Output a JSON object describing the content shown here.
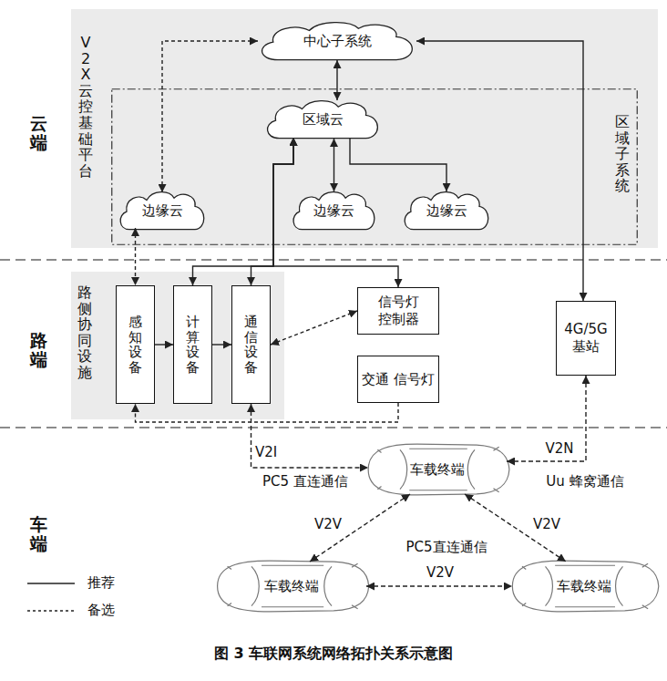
{
  "diagram": {
    "caption": "图 3 车联网系统网络拓扑关系示意图",
    "nodes": [
      {
        "text": [
          "V2X云控基础平台"
        ]
      },
      {
        "text": [
          "中心子系统"
        ],
        "in": 0
      },
      {
        "text": [
          "区域子系统"
        ],
        "in": 0
      },
      {
        "text": [
          "区域云"
        ],
        "in": 2
      },
      {
        "text": [
          "边缘云"
        ],
        "in": 2
      },
      {
        "text": [
          "边缘云"
        ],
        "in": 2
      },
      {
        "text": [
          "边缘云"
        ],
        "in": 2
      },
      {
        "text": [
          "路侧协同设施"
        ]
      },
      {
        "text": [
          "感知设备"
        ],
        "in": 7
      },
      {
        "text": [
          "计算设备"
        ],
        "in": 7
      },
      {
        "text": [
          "通信设备"
        ],
        "in": 7
      },
      {
        "text": [
          "信号灯 控制器"
        ]
      },
      {
        "text": [
          "交通 信号灯"
        ]
      },
      {
        "text": [
          "4G/5G 基站"
        ]
      },
      {
        "text": [
          "车载终端"
        ]
      },
      {
        "text": [
          "车载终端"
        ]
      },
      {
        "text": [
          "车载终端"
        ]
      }
    ],
    "edges": [
      {
        "from": 1,
        "to": 4,
        "arrow": "both"
      },
      {
        "from": 1,
        "to": 3,
        "arrow": "both"
      },
      {
        "from": 1,
        "to": 13,
        "arrow": "both"
      },
      {
        "from": 3,
        "to": 5,
        "arrow": "both"
      },
      {
        "from": 3,
        "to": 6,
        "arrow": "to"
      },
      {
        "from": 9,
        "to": 3,
        "arrow": "both"
      },
      {
        "from": 10,
        "to": 3,
        "arrow": "both"
      },
      {
        "from": 11,
        "to": 3,
        "arrow": "both"
      },
      {
        "from": 4,
        "to": 8,
        "arrow": "both"
      },
      {
        "from": 8,
        "to": 9,
        "arrow": "to"
      },
      {
        "from": 9,
        "to": 10,
        "arrow": "to"
      },
      {
        "from": 10,
        "to": 11,
        "arrow": "both"
      },
      {
        "from": 12,
        "to": 8,
        "arrow": "to"
      },
      {
        "from": 10,
        "to": 14,
        "arrow": "both",
        "label": "V2I"
      },
      {
        "from": 13,
        "to": 14,
        "arrow": "both",
        "label": "V2N"
      },
      {
        "from": 14,
        "to": 15,
        "arrow": "both",
        "label": "V2V"
      },
      {
        "from": 14,
        "to": 16,
        "arrow": "both",
        "label": "V2V"
      },
      {
        "from": 15,
        "to": 16,
        "arrow": "both",
        "label": "V2V"
      }
    ],
    "labels": [
      "云端",
      "路端",
      "车端",
      "PC5 直连通信",
      "Uu 蜂窝通信",
      "PC5直连通信"
    ],
    "legend": [
      {
        "text": "推荐"
      },
      {
        "text": "备选"
      }
    ]
  }
}
